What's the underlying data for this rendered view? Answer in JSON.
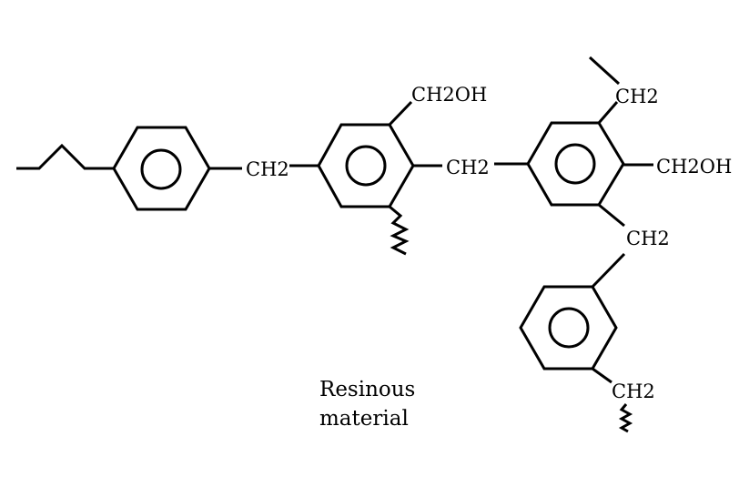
{
  "diagram": {
    "groups": {
      "ch2_link_1": "CH2",
      "ch2_link_2": "CH2",
      "ch2oh_ring2": "CH2OH",
      "ch2_top_ring3": "CH2",
      "ch2oh_ring3": "CH2OH",
      "ch2_link_3": "CH2",
      "ch2_ring4": "CH2"
    },
    "caption": {
      "line1": "Resinous",
      "line2": "material"
    },
    "colors": {
      "ink": "#000000",
      "background": "#ffffff"
    }
  }
}
